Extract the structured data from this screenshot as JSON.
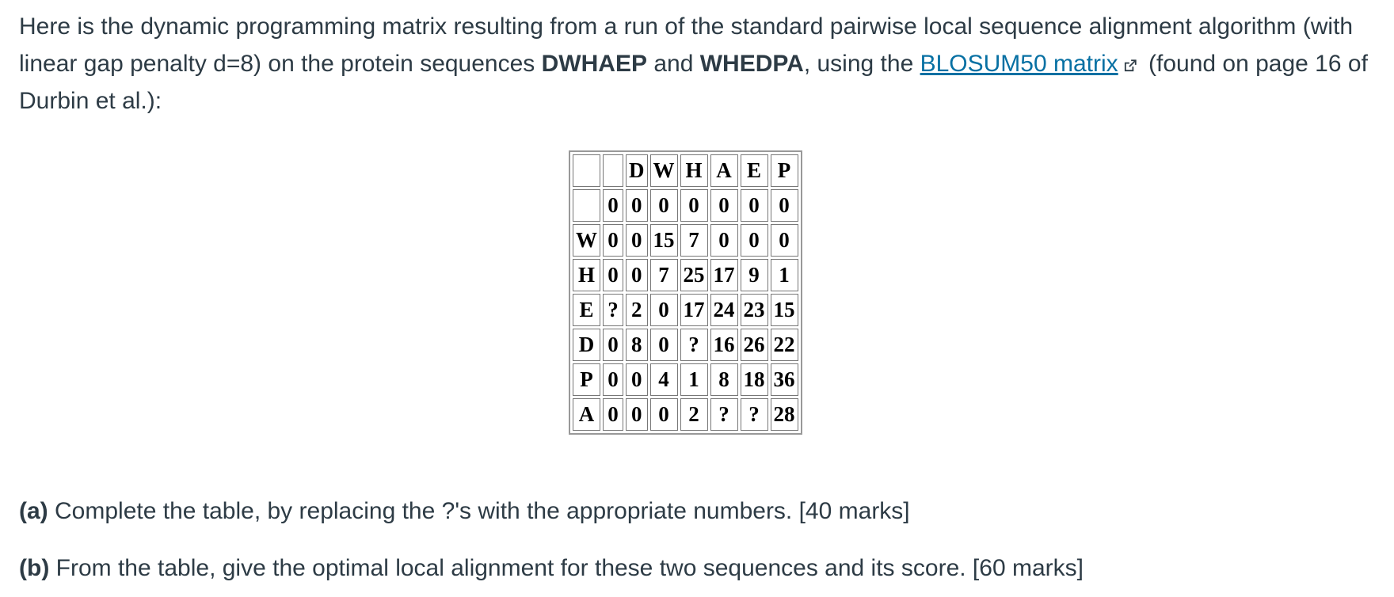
{
  "intro": {
    "part1": "Here is the dynamic programming matrix resulting from a run of the standard pairwise local sequence alignment algorithm (with linear gap penalty d=8) on the protein sequences ",
    "seq1": "DWHAEP",
    "and": " and ",
    "seq2": "WHEDPA",
    "part2": ", using the ",
    "link": "BLOSUM50 matrix",
    "part3": " (found on page 16 of Durbin et al.):"
  },
  "table": {
    "rows": [
      [
        "",
        "",
        "D",
        "W",
        "H",
        "A",
        "E",
        "P"
      ],
      [
        "",
        "0",
        "0",
        "0",
        "0",
        "0",
        "0",
        "0"
      ],
      [
        "W",
        "0",
        "0",
        "15",
        "7",
        "0",
        "0",
        "0"
      ],
      [
        "H",
        "0",
        "0",
        "7",
        "25",
        "17",
        "9",
        "1"
      ],
      [
        "E",
        "?",
        "2",
        "0",
        "17",
        "24",
        "23",
        "15"
      ],
      [
        "D",
        "0",
        "8",
        "0",
        "?",
        "16",
        "26",
        "22"
      ],
      [
        "P",
        "0",
        "0",
        "4",
        "1",
        "8",
        "18",
        "36"
      ],
      [
        "A",
        "0",
        "0",
        "0",
        "2",
        "?",
        "?",
        "28"
      ]
    ]
  },
  "questions": {
    "a_label": "(a)",
    "a_text": " Complete the table, by replacing the ?'s with the appropriate numbers. [40 marks]",
    "b_label": "(b)",
    "b_text": " From the table, give the optimal local alignment for these two sequences and its score. [60 marks]"
  },
  "icons": {
    "external_link": "external-link-icon"
  },
  "colors": {
    "text": "#2d3b45",
    "link": "#0770a3"
  }
}
